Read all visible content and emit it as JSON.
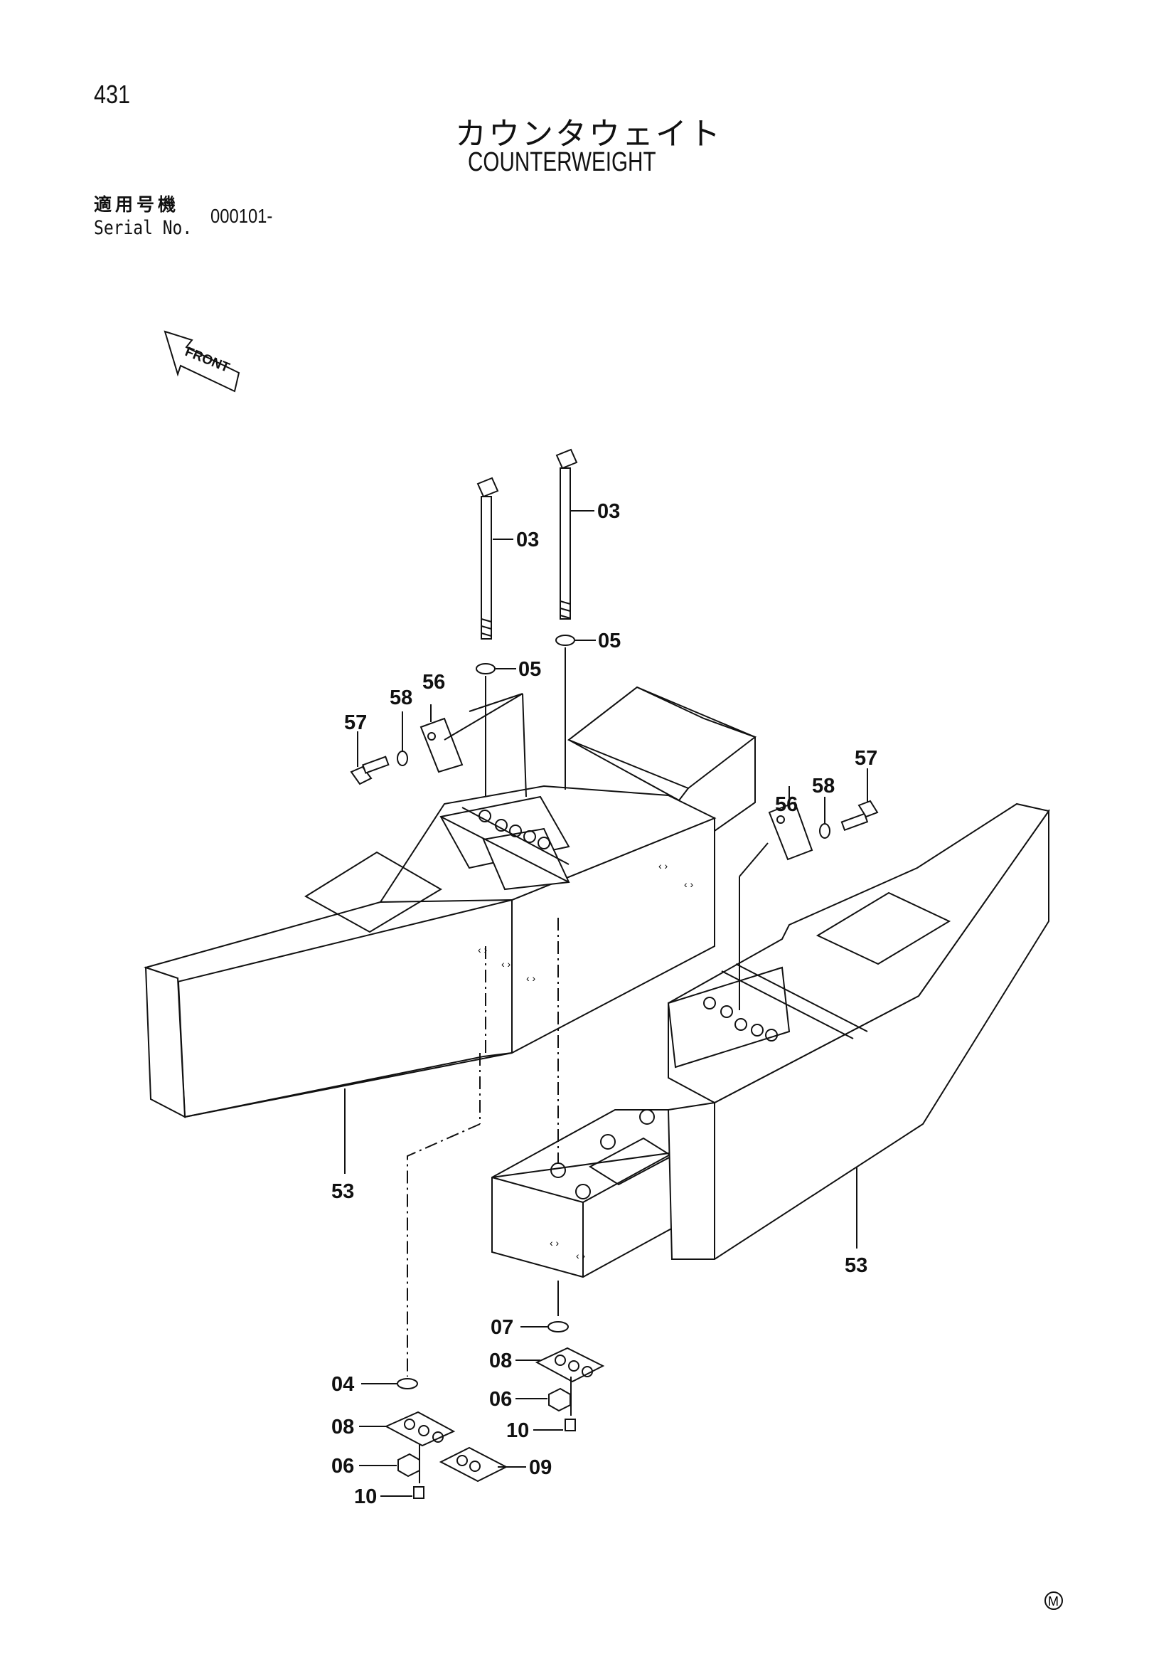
{
  "header": {
    "page_number": "431",
    "title_jp": "カウンタウェイト",
    "title_en": "COUNTERWEIGHT",
    "serial_label_jp": "適用号機",
    "serial_label_en": "Serial No.",
    "serial_value": "000101-"
  },
  "front_arrow": {
    "label": "FRONT"
  },
  "trademark": "M",
  "callouts": {
    "bolt_left": "03",
    "bolt_right": "03",
    "washer_top_left": "05",
    "washer_top_right": "05",
    "plate_left": "56",
    "plate_right": "56",
    "lockwasher_left": "58",
    "lockwasher_right": "58",
    "screw_left": "57",
    "screw_right": "57",
    "weight_left": "53",
    "weight_right": "53",
    "washer_bottom_right": "07",
    "washer_bottom_left": "04",
    "bracket_right": "08",
    "bracket_left": "08",
    "nut_right": "06",
    "nut_left": "06",
    "bolt_small_right": "10",
    "bolt_small_left": "10",
    "spacer": "09"
  }
}
